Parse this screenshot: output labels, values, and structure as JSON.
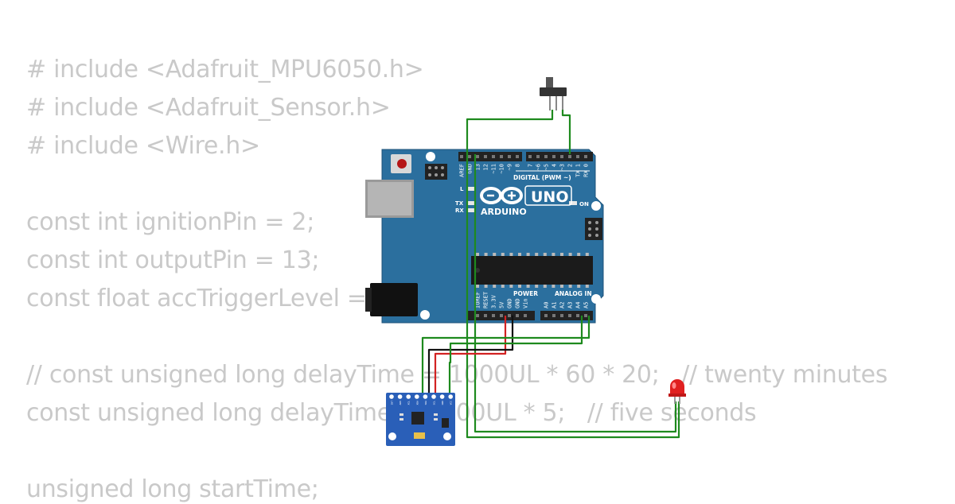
{
  "code": {
    "lines": [
      "# include <Adafruit_MPU6050.h>",
      "# include <Adafruit_Sensor.h>",
      "# include <Wire.h>",
      "",
      "const int ignitionPin = 2;",
      "const int outputPin = 13;",
      "const float accTriggerLevel = 1.2;",
      "",
      "// const unsigned long delayTime = 1000UL * 60 * 20;   // twenty minutes",
      "const unsigned long delayTime = 1000UL * 5;   // five seconds",
      "",
      "unsigned long startTime;"
    ]
  },
  "board": {
    "name": "UNO",
    "brand": "ARDUINO",
    "on_label": "ON",
    "digital_label": "DIGITAL (PWM ~)",
    "power_label": "POWER",
    "analog_label": "ANALOG IN",
    "led_labels": [
      "L",
      "TX",
      "RX"
    ],
    "top_pins": [
      "AREF",
      "GND",
      "13",
      "12",
      "~11",
      "~10",
      "~9",
      "8",
      "7",
      "~6",
      "~5",
      "4",
      "~3",
      "2",
      "TX 1",
      "RX 0"
    ],
    "power_pins": [
      "IOREF",
      "RESET",
      "3.3V",
      "5V",
      "GND",
      "GND",
      "Vin"
    ],
    "analog_pins": [
      "A0",
      "A1",
      "A2",
      "A3",
      "A4",
      "A5"
    ]
  },
  "sensor": {
    "pins": [
      "INT",
      "AD0",
      "XCL",
      "XDA",
      "SDA",
      "SCL",
      "GND",
      "VCC"
    ]
  },
  "colors": {
    "board": "#2b6f9e",
    "board_edge": "#1d5278",
    "wire_green": "#1e8a1e",
    "wire_red": "#d22222",
    "wire_black": "#111111",
    "sensor": "#2a5fb8",
    "led": "#e02020",
    "code_text": "#c9c9c9"
  }
}
